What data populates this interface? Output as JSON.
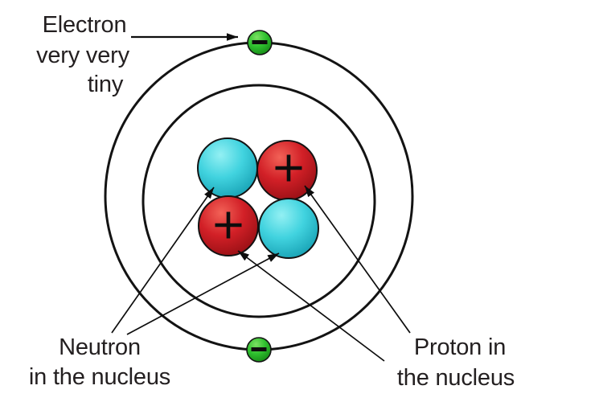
{
  "diagram": {
    "title": "Bohr model atom diagram",
    "orbit_count": 2,
    "labels": {
      "electron": {
        "lines": [
          "Electron",
          "very very",
          "tiny"
        ]
      },
      "neutron": {
        "lines": [
          "Neutron",
          "in the nucleus"
        ]
      },
      "proton": {
        "lines": [
          "Proton in",
          "the nucleus"
        ]
      }
    },
    "particles": {
      "electrons": [
        {
          "position": "top of outer orbit",
          "sign": "−"
        },
        {
          "position": "bottom of outer orbit",
          "sign": "−"
        }
      ],
      "nucleus": [
        {
          "type": "neutron",
          "position": "top-left"
        },
        {
          "type": "proton",
          "position": "top-right",
          "sign": "+"
        },
        {
          "type": "proton",
          "position": "bottom-left",
          "sign": "+"
        },
        {
          "type": "neutron",
          "position": "bottom-right"
        }
      ]
    },
    "counts": {
      "electrons": 2,
      "protons": 2,
      "neutrons": 2
    }
  },
  "colors": {
    "background": "#ffffff",
    "outline": "#131313",
    "symbol": "#0d0d0d",
    "text": "#231f20",
    "electron_light": "#7ce063",
    "electron_mid": "#2fc12f",
    "electron_dark": "#117d11",
    "neutron_light": "#93f0f3",
    "neutron_mid": "#41d3df",
    "neutron_dark": "#0f97ab",
    "proton_light": "#f26257",
    "proton_mid": "#d22027",
    "proton_dark": "#8c0c11"
  }
}
